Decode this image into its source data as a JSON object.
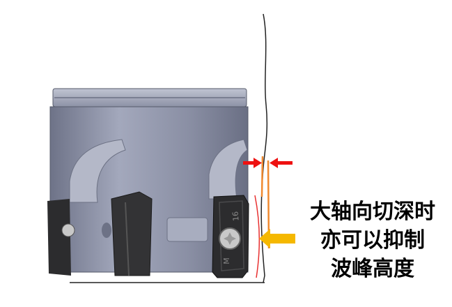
{
  "caption": {
    "lines": [
      "大轴向切深时",
      "亦可以抑制",
      "波峰高度"
    ]
  },
  "insert_markings": {
    "size": "16",
    "grade": "M"
  },
  "colors": {
    "body": "#8e93a8",
    "insert": "#2c2c2e",
    "orange_line": "#f08a30",
    "red_arrow": "#ee1111",
    "yellow_arrow": "#f5b800",
    "red_arc": "#e83030"
  }
}
